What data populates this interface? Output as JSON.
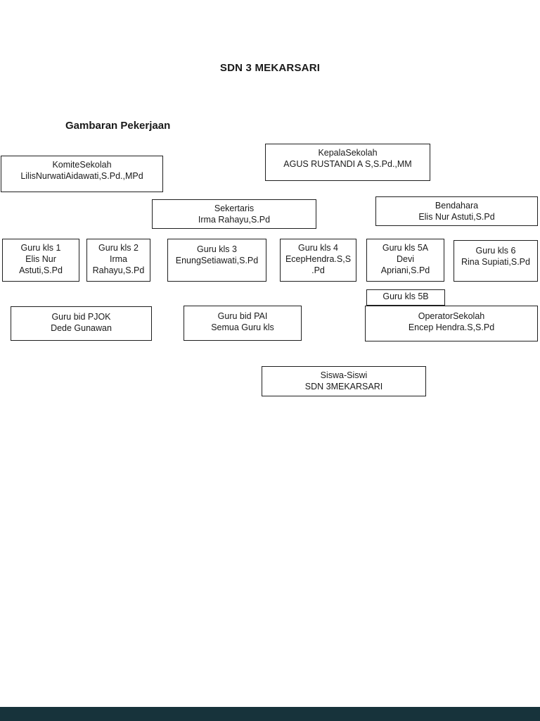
{
  "document": {
    "title": "SDN 3 MEKARSARI",
    "section_heading": "Gambaran Pekerjaan"
  },
  "nodes": {
    "kepala_sekolah": {
      "role": "KepalaSekolah",
      "name": "AGUS RUSTANDI A S,S.Pd.,MM"
    },
    "komite_sekolah": {
      "role": "KomiteSekolah",
      "name": "LilisNurwatiAidawati,S.Pd.,MPd"
    },
    "sekertaris": {
      "role": "Sekertaris",
      "name": "Irma Rahayu,S.Pd"
    },
    "bendahara": {
      "role": "Bendahara",
      "name": "Elis Nur Astuti,S.Pd"
    },
    "guru_kls_1": {
      "role": "Guru kls 1",
      "name": "Elis Nur",
      "name2": "Astuti,S.Pd"
    },
    "guru_kls_2": {
      "role": "Guru kls 2",
      "name": "Irma",
      "name2": "Rahayu,S.Pd"
    },
    "guru_kls_3": {
      "role": "Guru kls 3",
      "name": "EnungSetiawati,S.Pd"
    },
    "guru_kls_4": {
      "role": "Guru kls 4",
      "name": "EcepHendra.S,S",
      "name2": ".Pd"
    },
    "guru_kls_5a": {
      "role": "Guru kls 5A",
      "name": "Devi",
      "name2": "Apriani,S.Pd"
    },
    "guru_kls_6": {
      "role": "Guru kls 6",
      "name": "Rina Supiati,S.Pd"
    },
    "guru_kls_5b": {
      "role": "Guru kls 5B"
    },
    "guru_bid_pjok": {
      "role": "Guru bid PJOK",
      "name": "Dede Gunawan"
    },
    "guru_bid_pai": {
      "role": "Guru bid PAI",
      "name": "Semua Guru kls"
    },
    "operator_sekolah": {
      "role": "OperatorSekolah",
      "name": "Encep Hendra.S,S.Pd"
    },
    "siswa_siswi": {
      "role": "Siswa-Siswi",
      "name": "SDN 3MEKARSARI"
    }
  },
  "colors": {
    "footer_bar": "#17333b",
    "box_border": "#1f1f1f",
    "page_background": "#ffffff"
  }
}
